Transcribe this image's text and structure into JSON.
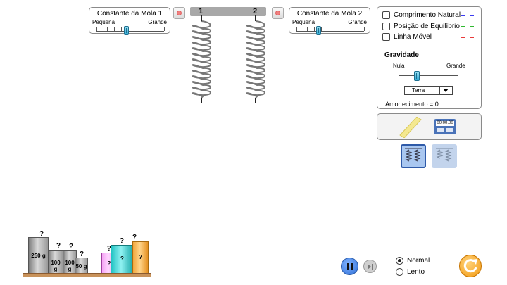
{
  "spring1_panel": {
    "title": "Constante da Mola 1",
    "min_label": "Pequena",
    "max_label": "Grande",
    "value_fraction": 0.42
  },
  "spring2_panel": {
    "title": "Constante da Mola 2",
    "min_label": "Pequena",
    "max_label": "Grande",
    "value_fraction": 0.3
  },
  "top_bar": {
    "label_1": "1",
    "label_2": "2"
  },
  "checkboxes": [
    {
      "label": "Comprimento Natural",
      "checked": false,
      "color": "#3b3bf0"
    },
    {
      "label": "Posição de Equilíbrio",
      "checked": false,
      "color": "#2fb82f"
    },
    {
      "label": "Linha Móvel",
      "checked": false,
      "color": "#e83a3a"
    }
  ],
  "gravity": {
    "title": "Gravidade",
    "min_label": "Nula",
    "max_label": "Grande",
    "selected": "Terra"
  },
  "damping": {
    "text": "Amortecimento = 0"
  },
  "stopwatch": {
    "display": "00:00.00"
  },
  "masses": {
    "m250": "250 g",
    "m100a": "100 g",
    "m100b": "100 g",
    "m50": "50 g",
    "unknown": "?"
  },
  "speed": {
    "normal": "Normal",
    "slow": "Lento",
    "selected": "Normal"
  },
  "colors": {
    "accent": "#2f6fd6",
    "slider": "#2fa8d2",
    "shelf": "#c8925a",
    "reset": "#f39a12"
  }
}
